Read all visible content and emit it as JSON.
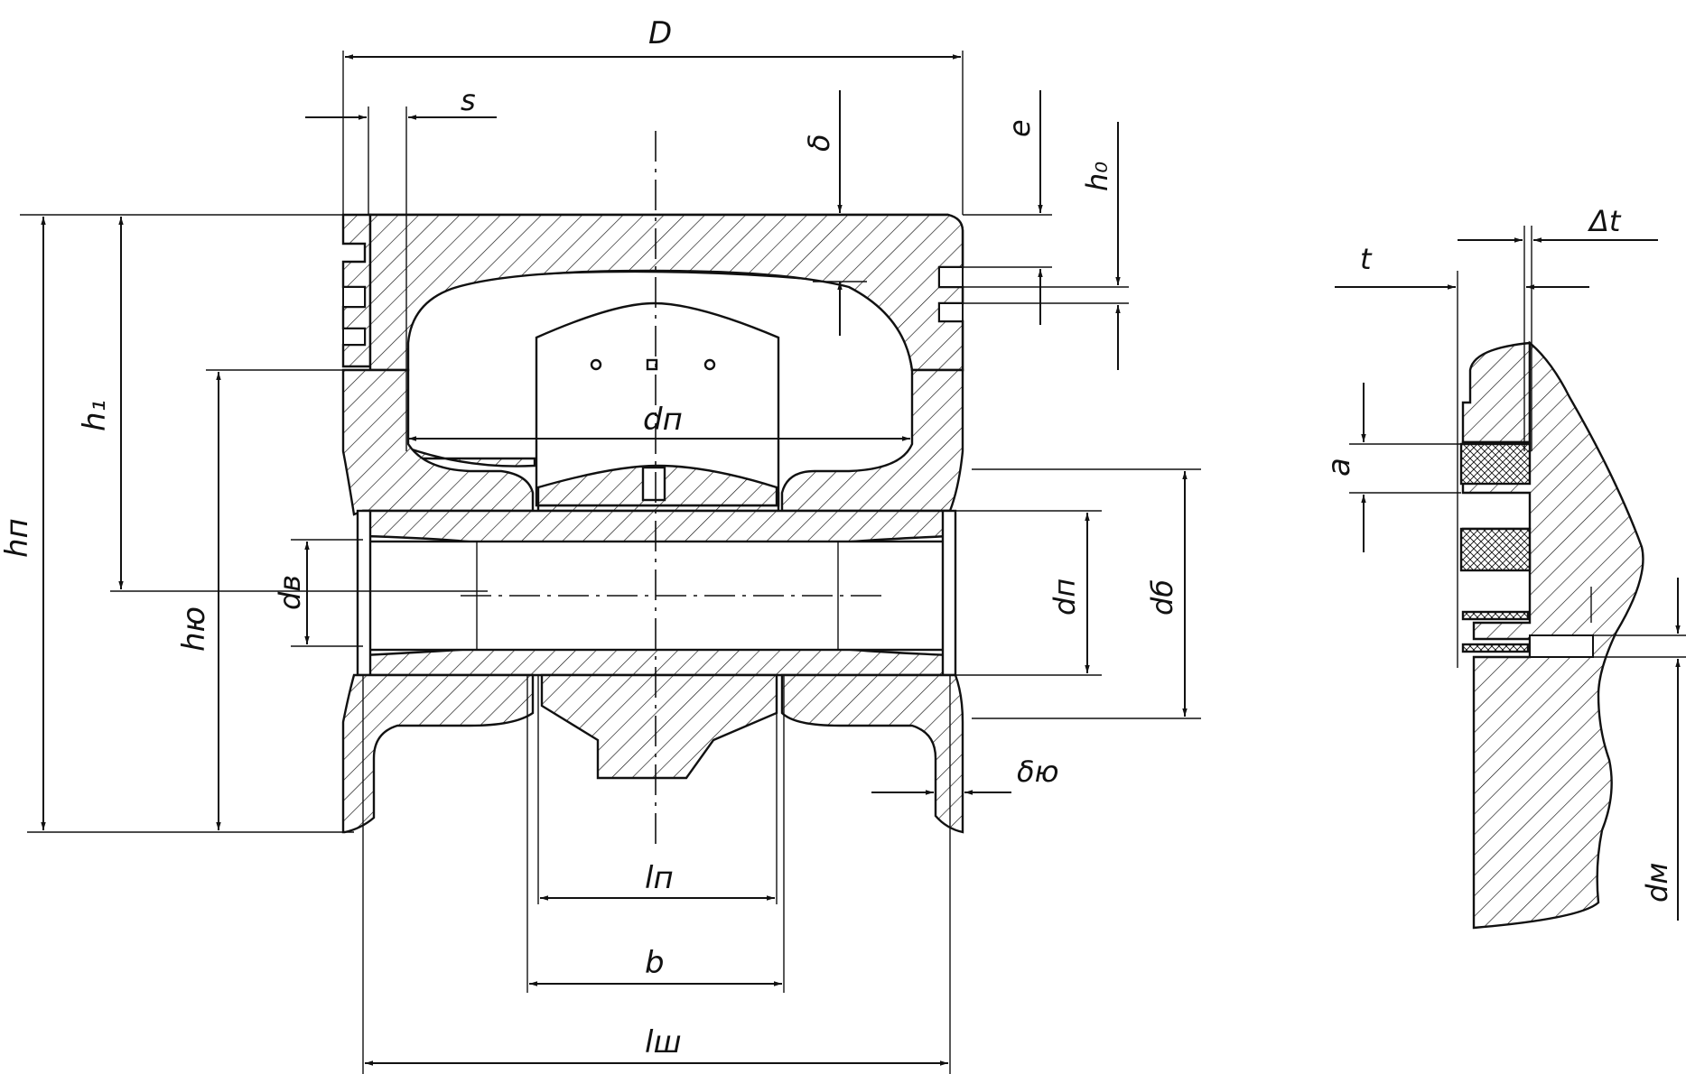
{
  "drawing": {
    "piston": {
      "labels": {
        "D": "D",
        "s": "s",
        "delta": "δ",
        "e": "e",
        "h0": "h₀",
        "h1": "h₁",
        "hp": "hп",
        "hyu": "hю",
        "dvn": "dв",
        "d_inner": "dп",
        "d_pin": "dп",
        "d_boss": "dб",
        "delta_skirt": "δю",
        "lp": "lп",
        "b": "b",
        "lsh": "lш"
      }
    },
    "ring_detail": {
      "labels": {
        "t": "t",
        "delta_t": "Δt",
        "a": "a",
        "dm": "dм"
      }
    }
  }
}
